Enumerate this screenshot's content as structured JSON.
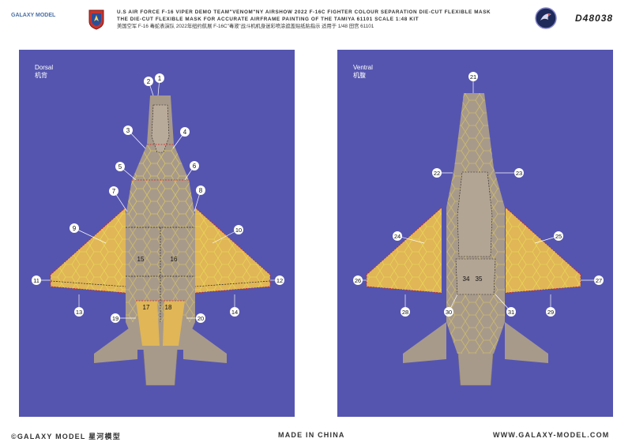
{
  "header": {
    "brand_logo_text": "GALAXY MODEL",
    "title_line1": "U.S AIR FORCE F-16 VIPER DEMO TEAM\"VENOM\"NY AIRSHOW 2022 F-16C FIGHTER COLOUR SEPARATION DIE-CUT FLEXIBLE MASK",
    "title_line2": "THE DIE-CUT FLEXIBLE MASK FOR ACCURATE AIRFRAME PAINTING OF THE TAMIYA 61101 SCALE 1:48 KIT",
    "title_line3_cn": "美国空军 F-16 毒蛇表演队 2022年纽约航展 F-16C\"毒液\"战斗机机身迷彩喷涂遮盖贴纸贴指示 适用于 1/48 田宫 61101",
    "product_code": "D48038"
  },
  "panels": {
    "dorsal_label": "Dorsal",
    "dorsal_label_cn": "机背",
    "ventral_label": "Ventral",
    "ventral_label_cn": "机腹"
  },
  "dorsal_numbers": {
    "n1": "1",
    "n2": "2",
    "n3": "3",
    "n4": "4",
    "n5": "5",
    "n6": "6",
    "n7": "7",
    "n8": "8",
    "n9": "9",
    "n10": "10",
    "n11": "11",
    "n12": "12",
    "n13": "13",
    "n14": "14",
    "n15": "15",
    "n16": "16",
    "n17": "17",
    "n18": "18",
    "n19": "19",
    "n20": "20"
  },
  "ventral_numbers": {
    "n21": "21",
    "n22": "22",
    "n23": "23",
    "n24": "24",
    "n25": "25",
    "n26": "26",
    "n27": "27",
    "n28": "28",
    "n29": "29",
    "n30": "30",
    "n31": "31",
    "n34": "34",
    "n35": "35"
  },
  "footer": {
    "copyright": "©GALAXY MODEL 星河模型",
    "made_in": "MADE IN CHINA",
    "website": "WWW.GALAXY-MODEL.COM"
  },
  "colors": {
    "panel_bg": "#5555b0",
    "airframe_grey": "#a89a8a",
    "yellow": "#e0b657",
    "pattern": "#e8d455",
    "mask_line": "#cc2222"
  },
  "icons": {
    "badge": "tactical-air-command-badge-icon",
    "emblem": "viper-demo-team-emblem-icon"
  }
}
